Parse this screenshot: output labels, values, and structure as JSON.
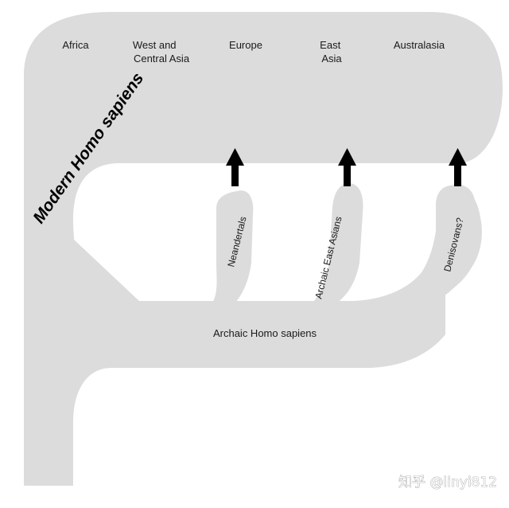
{
  "diagram": {
    "regions": [
      {
        "id": "africa",
        "lines": [
          "Africa"
        ]
      },
      {
        "id": "west-central-asia",
        "lines": [
          "West and",
          "Central Asia"
        ]
      },
      {
        "id": "europe",
        "lines": [
          "Europe"
        ]
      },
      {
        "id": "east-asia",
        "lines": [
          "East",
          "Asia"
        ]
      },
      {
        "id": "australasia",
        "lines": [
          "Australasia"
        ]
      }
    ],
    "modern_label": "Modern Homo sapiens",
    "archaic_label": "Archaic Homo sapiens",
    "branches": [
      {
        "id": "neandertals",
        "label": "Neandertals",
        "joins": "europe"
      },
      {
        "id": "archaic-east-asians",
        "label": "Archaic East Asians",
        "joins": "east-asia"
      },
      {
        "id": "denisovans",
        "label": "Denisovans?",
        "joins": "australasia"
      }
    ],
    "colors": {
      "band": "#dcdcdc",
      "arrow": "#000000"
    },
    "watermark": "知乎 @linyi812"
  }
}
